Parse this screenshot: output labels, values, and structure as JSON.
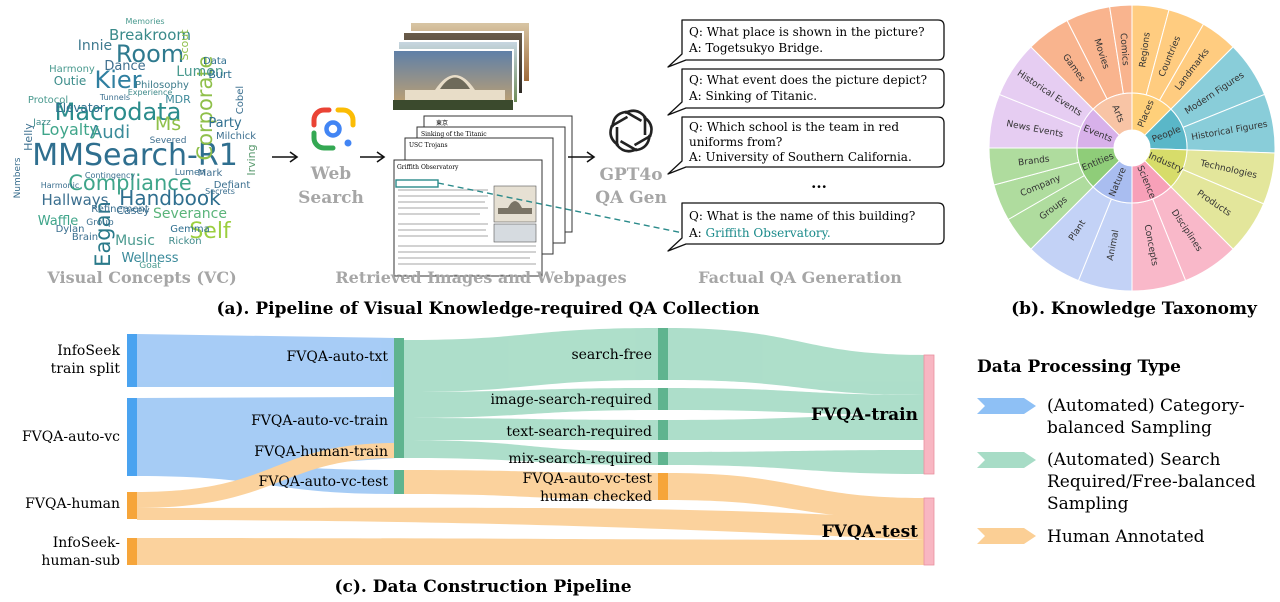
{
  "part_a": {
    "caption": "(a). Pipeline of Visual Knowledge-required QA Collection",
    "wordcloud": {
      "caption": "Visual Concepts (VC)",
      "words": [
        "MMSearch-R1",
        "Macrodata",
        "Room",
        "Kier",
        "Compliance",
        "Handbook",
        "Corporate",
        "Self",
        "Eagan",
        "Audi",
        "Loyalty",
        "Hallways",
        "Music",
        "Wellness",
        "Severance",
        "Elevator",
        "Innie",
        "Outie",
        "Lumon",
        "Breakroom",
        "Dance",
        "Party",
        "Ms",
        "Waffle",
        "Philosophy",
        "MDR",
        "Burt",
        "Irving",
        "Milchick",
        "Helly",
        "Dylan",
        "Gemma",
        "Casey",
        "Brain",
        "Refinement",
        "Data",
        "Protocol",
        "Jazz",
        "Harmony",
        "Defiant",
        "Cobel",
        "Mark",
        "Goat",
        "Rickon",
        "Group",
        "Lumen",
        "Memories",
        "Scout",
        "Tunnels",
        "Experience",
        "Harmonic",
        "Severed",
        "Secrets",
        "Contingency",
        "Numbers"
      ]
    },
    "web_search": {
      "line1": "Web",
      "line2": "Search"
    },
    "retrieved": {
      "caption": "Retrieved Images and Webpages",
      "page_titles": [
        "Griffith Observatory",
        "USC Trojans",
        "Sinking of the Titanic",
        "東京"
      ]
    },
    "qa_gen": {
      "line1": "GPT4o",
      "line2": "QA Gen",
      "caption": "Factual QA Generation"
    },
    "qa": [
      {
        "q": "Q: What place is shown in the picture?",
        "a": "A: Togetsukyo Bridge."
      },
      {
        "q": "Q: What event does the picture depict?",
        "a": "A: Sinking of Titanic."
      },
      {
        "q": "Q: Which school is the team in red",
        "q2": "uniforms from?",
        "a": "A: University of Southern California."
      },
      {
        "q": "Q: What is the name of this building?",
        "a_prefix": "A: ",
        "a_highlight": "Griffith Observatory."
      }
    ],
    "ellipsis": "..."
  },
  "part_b": {
    "caption": "(b). Knowledge Taxonomy",
    "inner": [
      {
        "label": "Arts",
        "color": "#f8c4a5"
      },
      {
        "label": "Places",
        "color": "#ffd07a"
      },
      {
        "label": "People",
        "color": "#5ab7c8"
      },
      {
        "label": "Industry",
        "color": "#d7dc6a"
      },
      {
        "label": "Science",
        "color": "#f7a0b8"
      },
      {
        "label": "Nature",
        "color": "#a9bdf0"
      },
      {
        "label": "Entities",
        "color": "#8fcd79"
      },
      {
        "label": "Events",
        "color": "#d8b1ea"
      }
    ],
    "outer": [
      {
        "label": "Movies",
        "parent": 0,
        "color": "#f9b48e"
      },
      {
        "label": "Comics",
        "parent": 0,
        "color": "#f9b48e"
      },
      {
        "label": "Regions",
        "parent": 1,
        "color": "#ffcc80"
      },
      {
        "label": "Countries",
        "parent": 1,
        "color": "#ffcc80"
      },
      {
        "label": "Landmarks",
        "parent": 1,
        "color": "#ffcc80"
      },
      {
        "label": "Modern Figures",
        "parent": 2,
        "color": "#89cdd9"
      },
      {
        "label": "Historical Figures",
        "parent": 2,
        "color": "#89cdd9"
      },
      {
        "label": "Technologies",
        "parent": 3,
        "color": "#e3e69b"
      },
      {
        "label": "Products",
        "parent": 3,
        "color": "#e3e69b"
      },
      {
        "label": "Disciplines",
        "parent": 4,
        "color": "#f9b8c9"
      },
      {
        "label": "Concepts",
        "parent": 4,
        "color": "#f9b8c9"
      },
      {
        "label": "Animal",
        "parent": 5,
        "color": "#c3d2f6"
      },
      {
        "label": "Plant",
        "parent": 5,
        "color": "#c3d2f6"
      },
      {
        "label": "Groups",
        "parent": 6,
        "color": "#afdc9e"
      },
      {
        "label": "Company",
        "parent": 6,
        "color": "#afdc9e"
      },
      {
        "label": "Brands",
        "parent": 6,
        "color": "#afdc9e"
      },
      {
        "label": "News Events",
        "parent": 7,
        "color": "#e6cdf2"
      },
      {
        "label": "Historical Events",
        "parent": 7,
        "color": "#e6cdf2"
      },
      {
        "label": "Games",
        "parent": 0,
        "color": "#f9b48e"
      }
    ]
  },
  "part_c": {
    "caption": "(c). Data Construction Pipeline",
    "sources": [
      {
        "line1": "InfoSeek",
        "line2": "train split"
      },
      {
        "line1": "FVQA-auto-vc",
        "line2": ""
      },
      {
        "line1": "FVQA-human",
        "line2": ""
      },
      {
        "line1": "InfoSeek-",
        "line2": "human-sub"
      }
    ],
    "mid_nodes": [
      "FVQA-auto-txt",
      "FVQA-auto-vc-train",
      "FVQA-human-train",
      "FVQA-auto-vc-test"
    ],
    "search_nodes": [
      "search-free",
      "image-search-required",
      "text-search-required",
      "mix-search-required"
    ],
    "checked": {
      "line1": "FVQA-auto-vc-test",
      "line2": "human checked"
    },
    "outputs": [
      "FVQA-train",
      "FVQA-test"
    ],
    "legend": {
      "title": "Data Processing Type",
      "items": [
        {
          "line1": "(Automated) Category-",
          "line2": "balanced Sampling",
          "line3": "",
          "color": "#8ec0f5"
        },
        {
          "line1": "(Automated) Search",
          "line2": "Required/Free-balanced",
          "line3": "Sampling",
          "color": "#a7dcc6"
        },
        {
          "line1": "Human Annotated",
          "line2": "",
          "line3": "",
          "color": "#fbcf95"
        }
      ]
    }
  }
}
